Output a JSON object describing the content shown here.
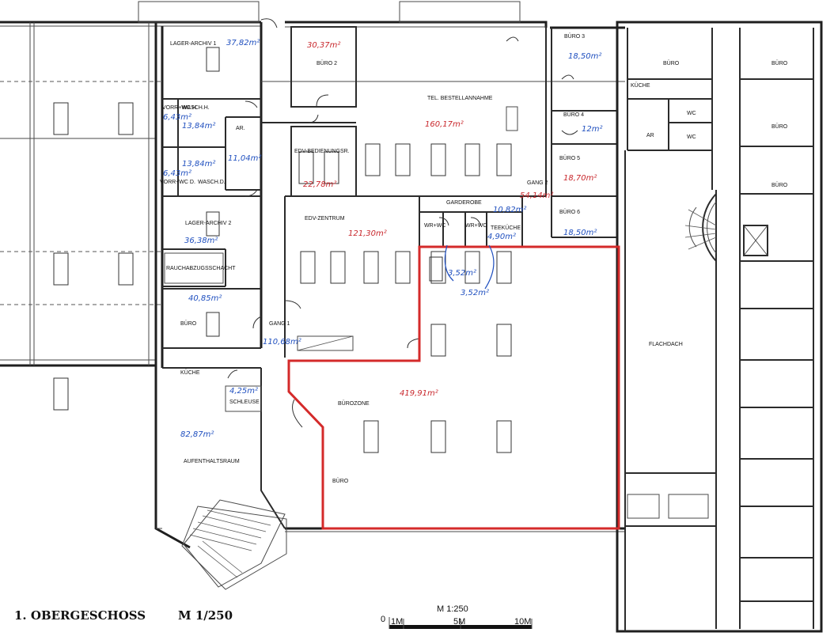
{
  "plan": {
    "title": "1. OBERGESCHOSS",
    "scale_text": "M 1/250",
    "scale_bar": {
      "label": "M 1:250",
      "ticks": [
        "0",
        "1M",
        "5M",
        "10M"
      ]
    }
  },
  "colors": {
    "highlight": "#d42a2a",
    "blue_note": "#1f4fbf",
    "red_note": "#c8262b"
  },
  "rooms": [
    {
      "name": "LAGER-ARCHIV 1",
      "area": "37,82m²"
    },
    {
      "name": "BÜRO 2",
      "area": "30,37m²"
    },
    {
      "name": "BÜRO 3",
      "area": "18,50m²"
    },
    {
      "name": "WASCH.H.",
      "area": "13,84m²"
    },
    {
      "name": "VORR+WC H.",
      "area": "6,43m²"
    },
    {
      "name": "AR.",
      "area": "11,04m²"
    },
    {
      "name": "WASCH.D.",
      "area": "13,84m²"
    },
    {
      "name": "VORR+WC D.",
      "area": "6,43m²"
    },
    {
      "name": "TEL. BESTELLANNAHME",
      "area": "160,17m²"
    },
    {
      "name": "EDV-BEDIENUNGSR.",
      "area": "22,78m²"
    },
    {
      "name": "BÜRO 4",
      "area": "12m²"
    },
    {
      "name": "BÜRO 5",
      "area": "18,70m²"
    },
    {
      "name": "GANG 2",
      "area": "54,14m²"
    },
    {
      "name": "GARDEROBE",
      "area": "10,82m²"
    },
    {
      "name": "BÜRO 6",
      "area": "18,50m²"
    },
    {
      "name": "LAGER-ARCHIV 2",
      "area": "36,38m²"
    },
    {
      "name": "EDV-ZENTRUM",
      "area": "121,30m²"
    },
    {
      "name": "WR+WC",
      "area": "3,52m²"
    },
    {
      "name": "WR+WC",
      "area": "3,52m²"
    },
    {
      "name": "TEEKÜCHE",
      "area": "4,90m²"
    },
    {
      "name": "RAUCHABZUGSSCHACHT",
      "area": ""
    },
    {
      "name": "BÜRO",
      "area": "40,85m²"
    },
    {
      "name": "GANG 1",
      "area": "110,68m²"
    },
    {
      "name": "KÜCHE",
      "area": ""
    },
    {
      "name": "SCHLEUSE",
      "area": "4,25m²"
    },
    {
      "name": "AUFENTHALTSRAUM",
      "area": "82,87m²"
    },
    {
      "name": "BÜROZONE",
      "area": "419,91m²"
    },
    {
      "name": "BÜRO",
      "area": ""
    },
    {
      "name": "FLACHDACH",
      "area": ""
    }
  ],
  "right_wing": {
    "buero": "BÜRO",
    "kueche": "KÜCHE",
    "wc": "WC",
    "ar": "AR"
  }
}
